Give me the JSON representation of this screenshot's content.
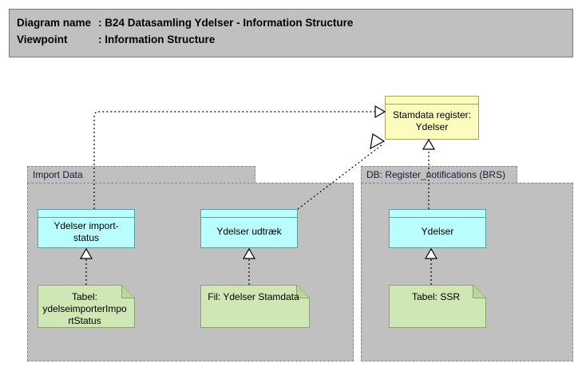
{
  "header": {
    "line1_key": "Diagram name",
    "line1_sep": ": ",
    "line1_value": "B24 Datasamling Ydelser - Information Structure",
    "line2_key": "Viewpoint",
    "line2_sep": ": ",
    "line2_value": "Information Structure"
  },
  "colors": {
    "canvas": "#ffffff",
    "header_fill": "#c0c0c0",
    "header_stroke": "#7a7a7a",
    "group_fill": "#c0c0c0",
    "group_stroke": "#8a8a8a",
    "node_fill": "#b9fdfd",
    "node_stroke": "#5f9ea0",
    "yellow_fill": "#fcfcbf",
    "yellow_stroke": "#a5a55a",
    "artifact_fill": "#cfe7b4",
    "artifact_stroke": "#8aa36a",
    "connector": "#000000"
  },
  "groups": [
    {
      "id": "import-data",
      "label": "Import Data"
    },
    {
      "id": "db-register-notifications",
      "label": "DB: Register_notifications (BRS)"
    }
  ],
  "nodes": {
    "stamdata_register": {
      "label": "Stamdata register: Ydelser",
      "line1": "Stamdata register:",
      "line2": "Ydelser"
    },
    "ydelser_import_status": {
      "label": "Ydelser import-status",
      "line1": "Ydelser import-",
      "line2": "status"
    },
    "ydelser_udtraek": {
      "label": "Ydelser udtræk"
    },
    "ydelser_db": {
      "label": "Ydelser"
    }
  },
  "artifacts": {
    "tabel_ydelseimporter": {
      "label": "Tabel: ydelseimporterImportStatus",
      "line1": "Tabel:",
      "line2": "ydelseimporterImpo",
      "line3": "rtStatus"
    },
    "fil_ydelser_stamdata": {
      "label": "Fil: Ydelser Stamdata"
    },
    "tabel_ssr": {
      "label": "Tabel: SSR"
    }
  },
  "connectors": [
    {
      "id": "realization-import-status-to-stamdata",
      "type": "realization",
      "from": "ydelser_import_status",
      "to": "stamdata_register",
      "style": "dashed",
      "arrowhead": "hollow-triangle"
    },
    {
      "id": "realization-udtraek-to-stamdata",
      "type": "realization",
      "from": "ydelser_udtraek",
      "to": "stamdata_register",
      "style": "dashed",
      "arrowhead": "hollow-triangle"
    },
    {
      "id": "realization-ydelser-db-to-stamdata",
      "type": "realization",
      "from": "ydelser_db",
      "to": "stamdata_register",
      "style": "dashed",
      "arrowhead": "hollow-triangle"
    },
    {
      "id": "realization-tabel-ydelseimporter-to-import-status",
      "type": "realization",
      "from": "tabel_ydelseimporter",
      "to": "ydelser_import_status",
      "style": "dashed",
      "arrowhead": "hollow-triangle"
    },
    {
      "id": "realization-fil-stamdata-to-udtraek",
      "type": "realization",
      "from": "fil_ydelser_stamdata",
      "to": "ydelser_udtraek",
      "style": "dashed",
      "arrowhead": "hollow-triangle"
    },
    {
      "id": "realization-tabel-ssr-to-ydelser-db",
      "type": "realization",
      "from": "tabel_ssr",
      "to": "ydelser_db",
      "style": "dashed",
      "arrowhead": "hollow-triangle"
    }
  ]
}
